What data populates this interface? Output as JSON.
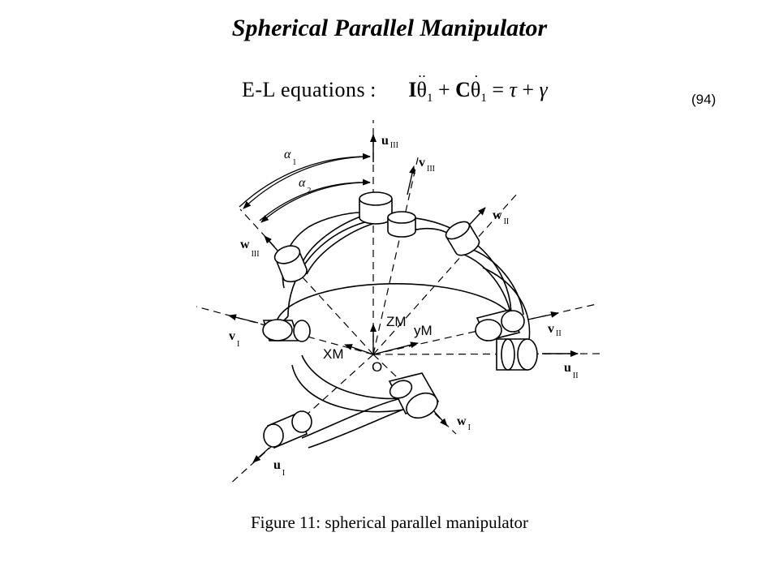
{
  "title": "Spherical Parallel Manipulator",
  "equation": {
    "label": "E-L  equations",
    "colon": ":",
    "I": "I",
    "theta": "θ",
    "sub1": "1",
    "plus1": " + ",
    "C": "C",
    "eq": " = ",
    "tau": "τ",
    "plus2": " + ",
    "gamma": "γ",
    "number": "(94)"
  },
  "caption": "Figure 11: spherical parallel manipulator",
  "diagram": {
    "axes": {
      "u_III": {
        "main": "u",
        "sub": "III"
      },
      "v_III": {
        "main": "v",
        "sub": "III"
      },
      "w_II": {
        "main": "w",
        "sub": "II"
      },
      "w_III": {
        "main": "w",
        "sub": "III"
      },
      "v_I": {
        "main": "v",
        "sub": "I"
      },
      "v_II": {
        "main": "v",
        "sub": "II"
      },
      "u_II": {
        "main": "u",
        "sub": "II"
      },
      "w_I": {
        "main": "w",
        "sub": "I"
      },
      "u_I": {
        "main": "u",
        "sub": "I"
      }
    },
    "alpha1": {
      "main": "α",
      "sub": "1"
    },
    "alpha2": {
      "main": "α",
      "sub": "2"
    },
    "frame": {
      "z": "ZM",
      "y": "yM",
      "x": "XM",
      "origin": "O"
    }
  }
}
